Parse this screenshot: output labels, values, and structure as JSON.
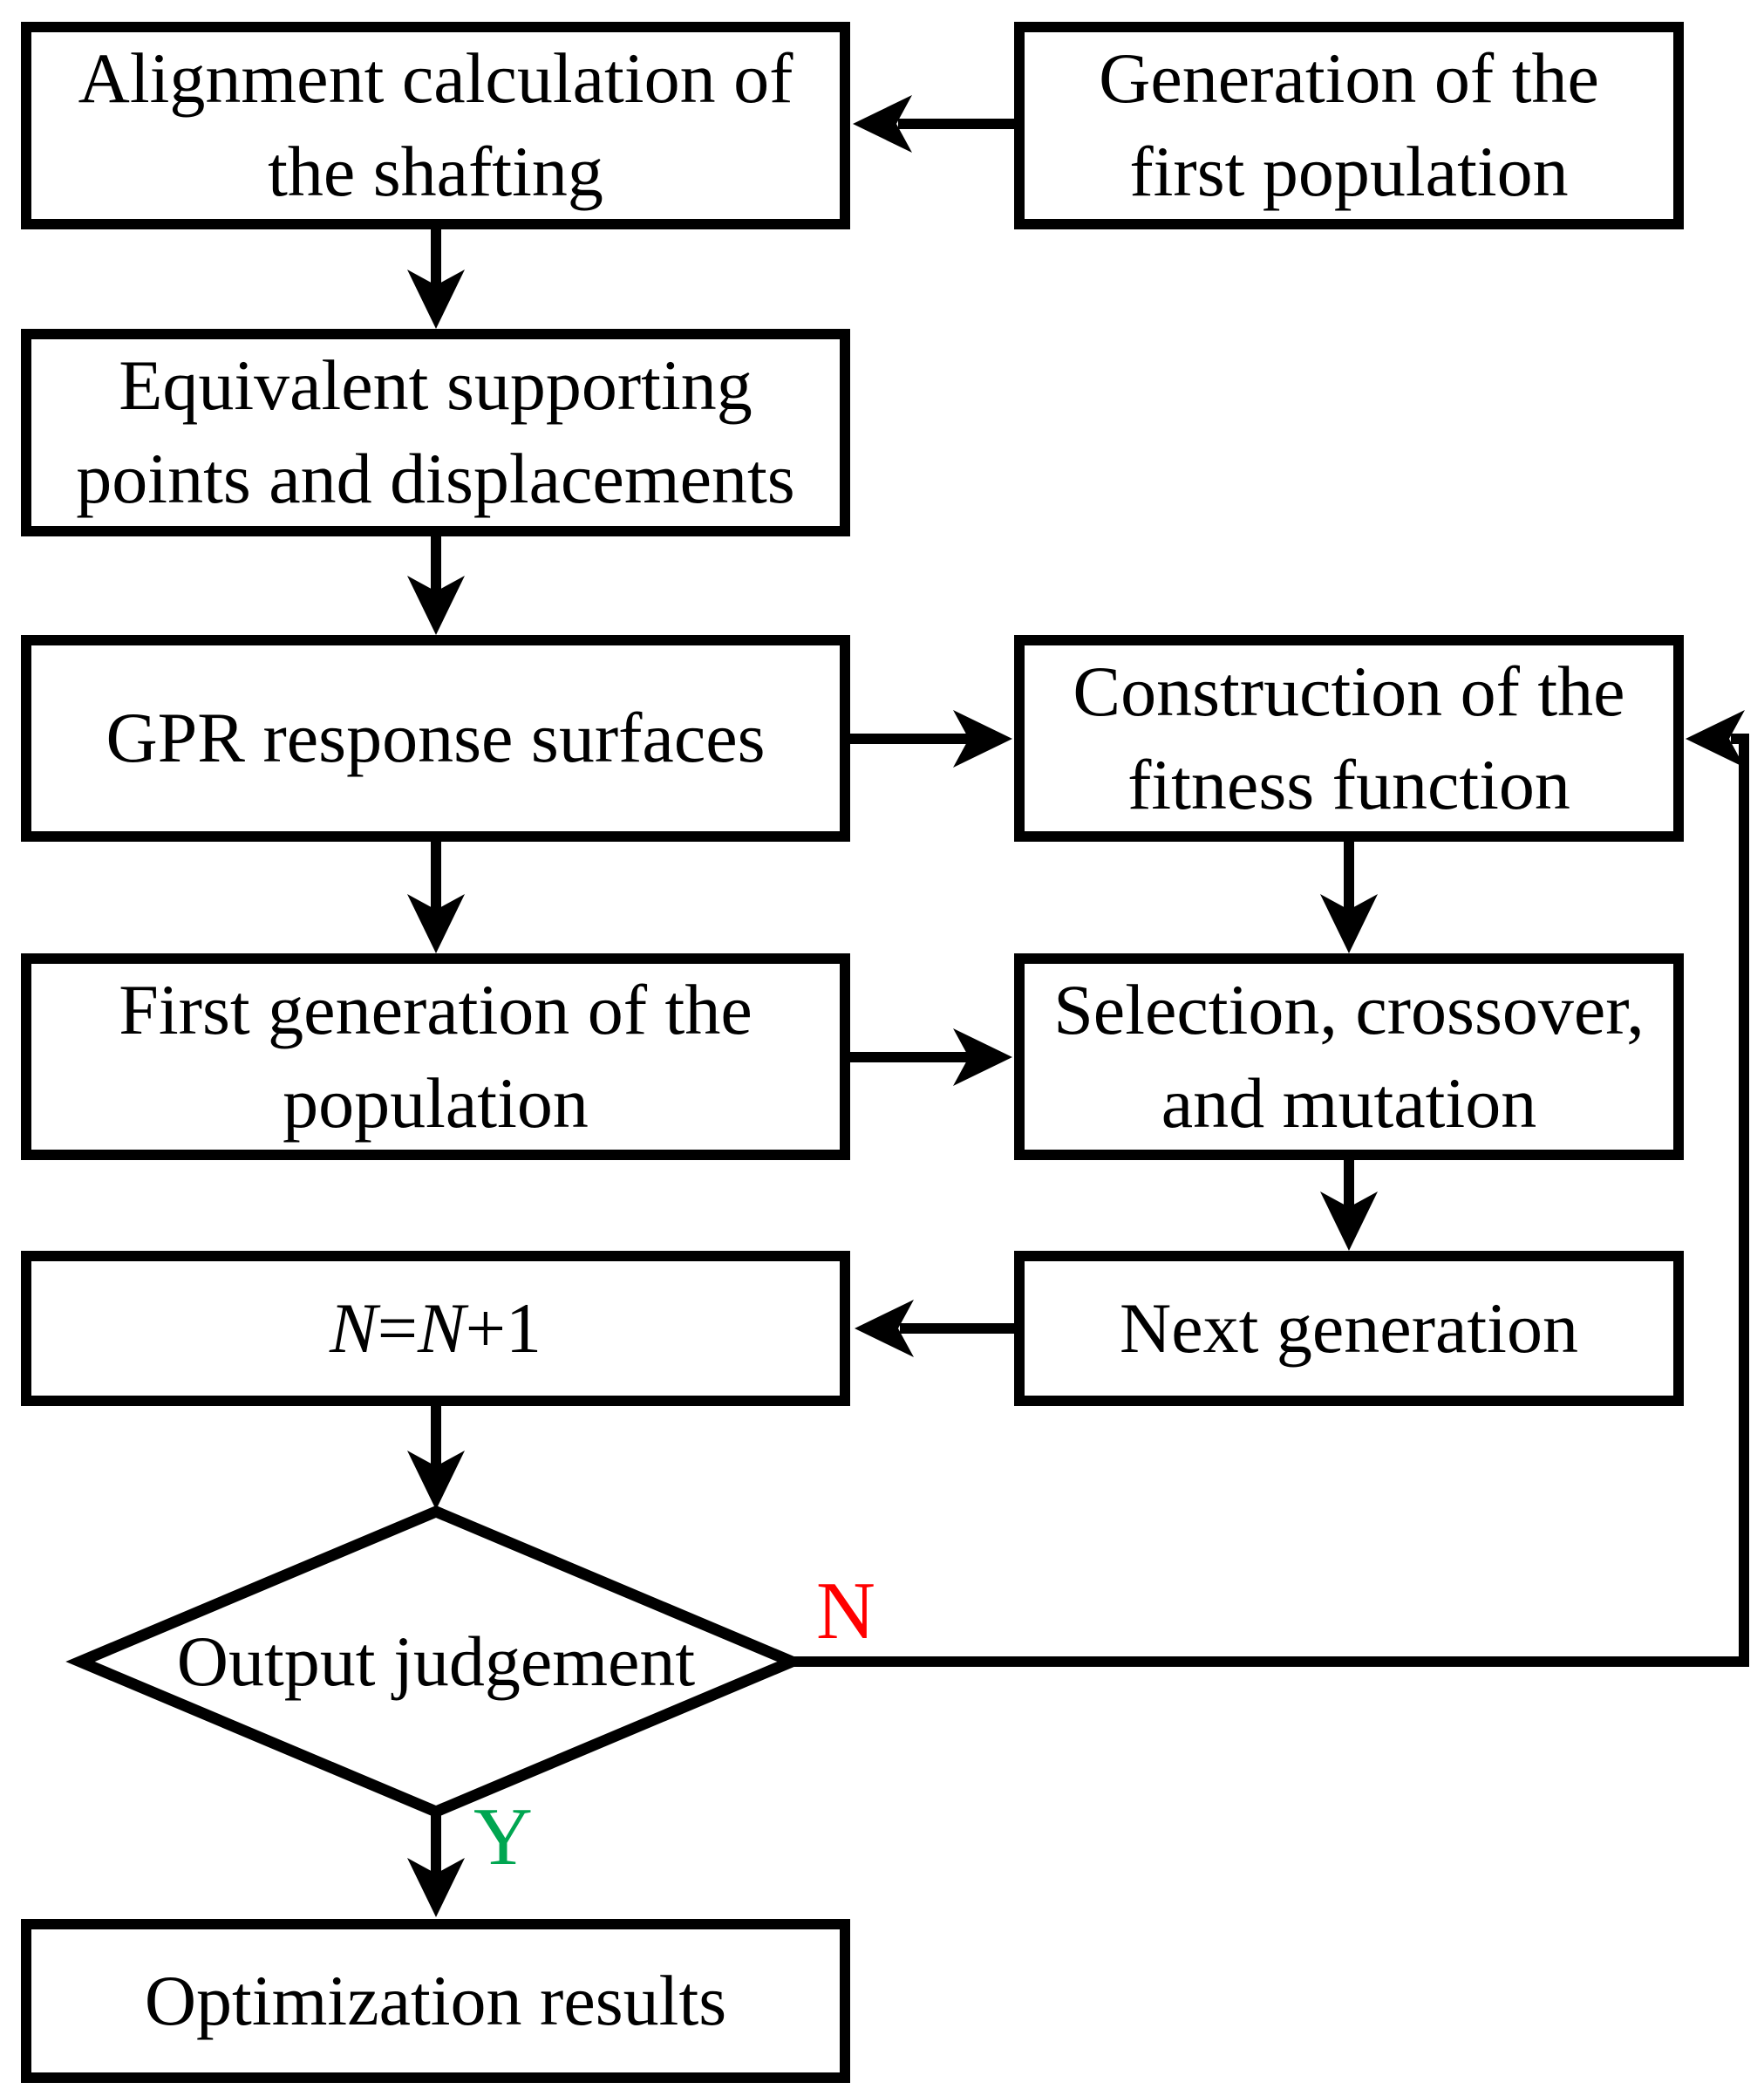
{
  "figure": {
    "type": "flowchart",
    "background": "#ffffff",
    "colors": {
      "line": "#000000",
      "box_fill": "#ffffff",
      "no_branch": "#ff0000",
      "yes_branch": "#00a651"
    }
  },
  "nodes": {
    "alignment": {
      "label": "Alignment calculation of\nthe shafting"
    },
    "generation_first": {
      "label": "Generation of the\nfirst population"
    },
    "equivalent": {
      "label": "Equivalent supporting\npoints and displacements"
    },
    "gpr": {
      "label": "GPR response surfaces"
    },
    "fitness": {
      "label": "Construction of the\nfitness function"
    },
    "first_generation": {
      "label": "First generation of the\npopulation"
    },
    "selection": {
      "label": "Selection, crossover,\nand mutation"
    },
    "counter": {
      "parts": {
        "n1": "N",
        "eq": "=",
        "n2": "N",
        "plus": "+1"
      }
    },
    "next_generation": {
      "label": "Next generation"
    },
    "judgement": {
      "label": "Output judgement"
    },
    "results": {
      "label": "Optimization results"
    }
  },
  "branch_labels": {
    "no": "N",
    "yes": "Y"
  },
  "edges": [
    {
      "from": "generation_first",
      "to": "alignment"
    },
    {
      "from": "alignment",
      "to": "equivalent"
    },
    {
      "from": "equivalent",
      "to": "gpr"
    },
    {
      "from": "gpr",
      "to": "fitness"
    },
    {
      "from": "gpr",
      "to": "first_generation"
    },
    {
      "from": "fitness",
      "to": "selection"
    },
    {
      "from": "first_generation",
      "to": "selection"
    },
    {
      "from": "selection",
      "to": "next_generation"
    },
    {
      "from": "next_generation",
      "to": "counter"
    },
    {
      "from": "counter",
      "to": "judgement"
    },
    {
      "from": "judgement",
      "to": "fitness",
      "label": "N"
    },
    {
      "from": "judgement",
      "to": "results",
      "label": "Y"
    }
  ]
}
